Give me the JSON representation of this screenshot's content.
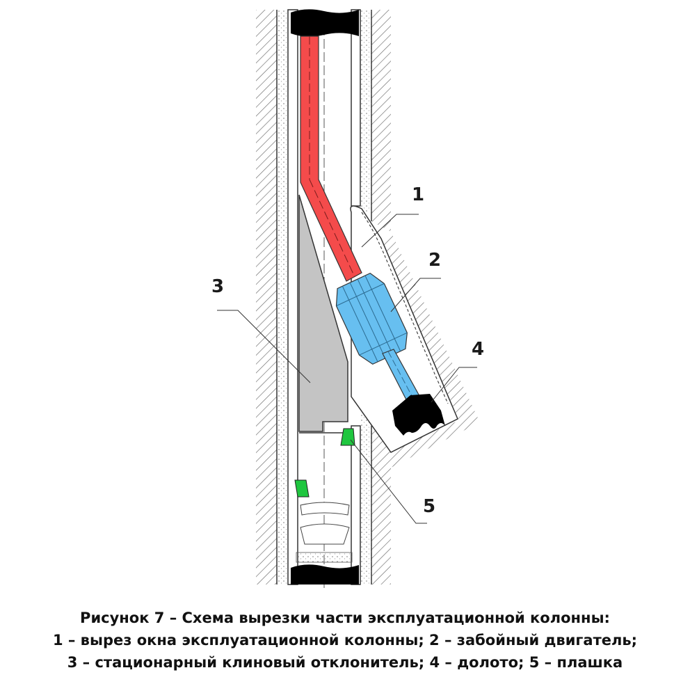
{
  "labels": {
    "window_cut": "1",
    "motor": "2",
    "whipstock": "3",
    "bit": "4",
    "die": "5"
  },
  "caption": {
    "line1": "Рисунок 7 – Схема вырезки части эксплуатационной колонны:",
    "line2": "1 – вырез окна эксплуатационной колонны; 2 – забойный двигатель;",
    "line3": "3 – стационарный клиновый отклонитель; 4 – долото; 5 – плашка"
  },
  "colors": {
    "drill_pipe": "#f44b4b",
    "motor": "#67bff0",
    "whipstock": "#c4c4c4",
    "die": "#1fc63f",
    "bit": "#000000",
    "rock_hatch": "#555555"
  }
}
